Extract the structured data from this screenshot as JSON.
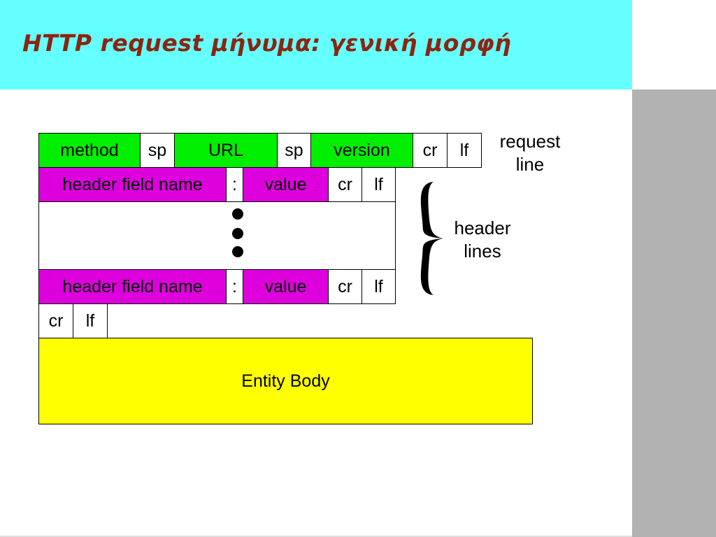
{
  "title": "HTTP request μήνυμα: γενική μορφή",
  "request_line": {
    "method": "method",
    "sp1": "sp",
    "url": "URL",
    "sp2": "sp",
    "version": "version",
    "cr": "cr",
    "lf": "lf",
    "label_line1": "request",
    "label_line2": "line"
  },
  "header_line_1": {
    "field_name": "header field name",
    "colon": ":",
    "value": "value",
    "cr": "cr",
    "lf": "lf"
  },
  "header_line_2": {
    "field_name": "header field name",
    "colon": ":",
    "value": "value",
    "cr": "cr",
    "lf": "lf"
  },
  "header_lines_label": {
    "line1": "header",
    "line2": "lines"
  },
  "blank_line": {
    "cr": "cr",
    "lf": "lf"
  },
  "entity_body": "Entity Body",
  "colors": {
    "title_bar": "#66ffff",
    "title_text": "#8b2512",
    "request_line_fields": "#00ee00",
    "header_fields": "#dd00dd",
    "entity_body": "#ffff00",
    "side_panel": "#b2b2b2"
  }
}
